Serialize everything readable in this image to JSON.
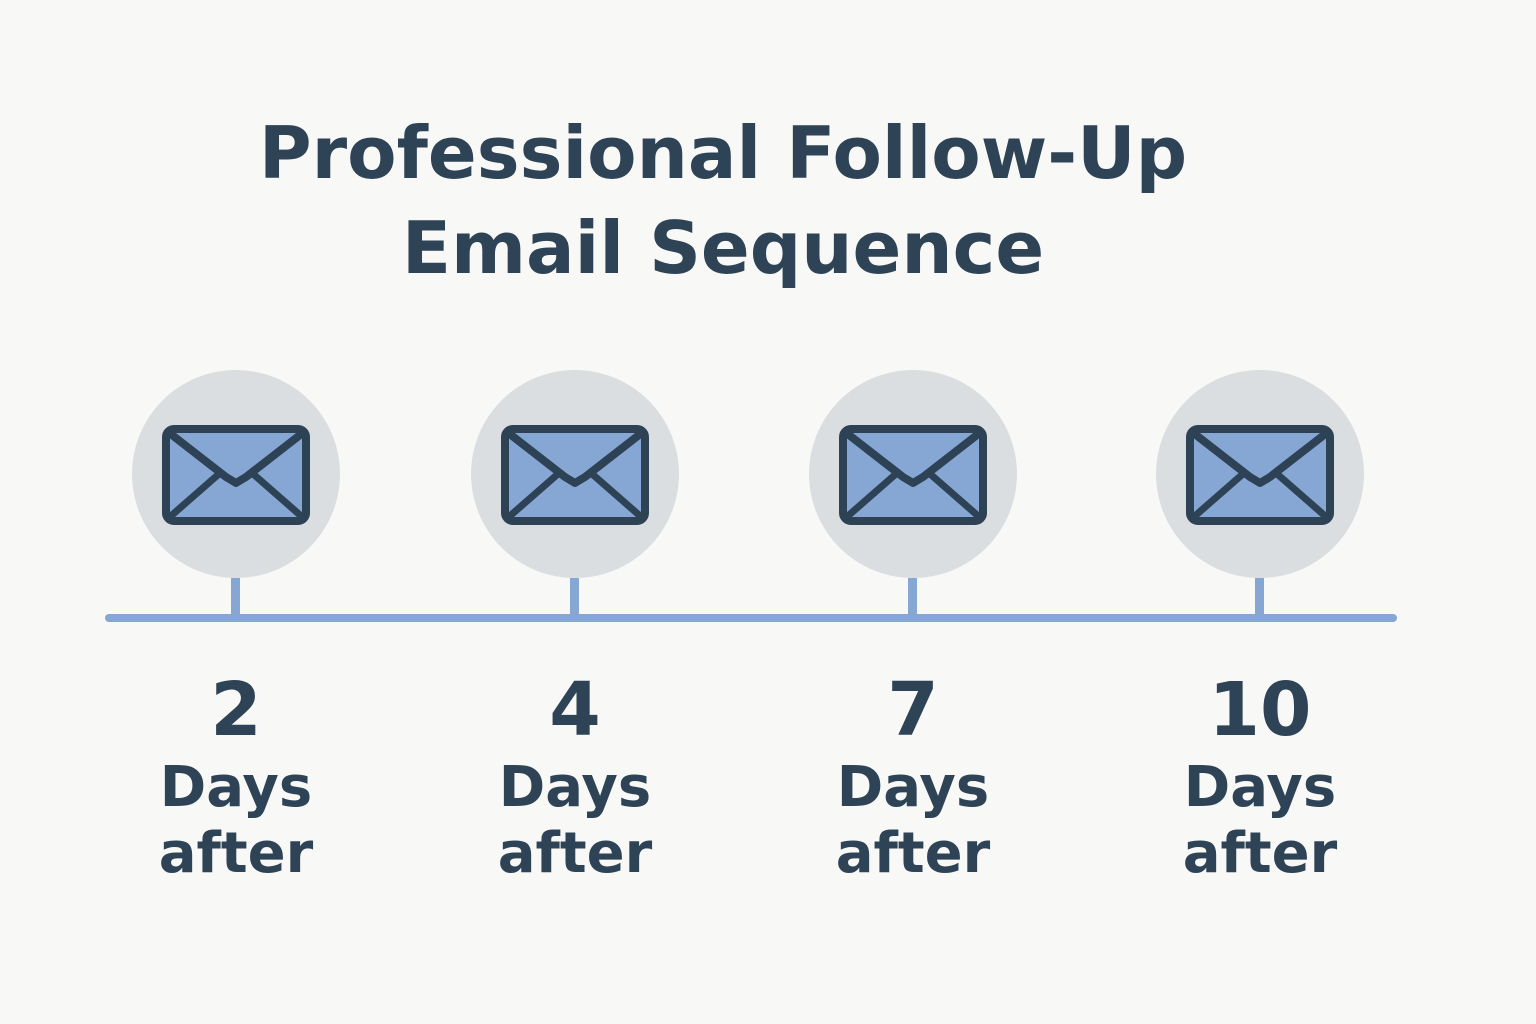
{
  "title": {
    "line1": "Professional Follow-Up",
    "line2": "Email Sequence"
  },
  "colors": {
    "text": "#2f4356",
    "accent": "#86a6d4",
    "icon_stroke": "#2e4256",
    "node_bg": "#dbdee1",
    "background": "#f8f8f6"
  },
  "steps": [
    {
      "icon": "envelope-icon",
      "number": "2",
      "line1": "Days",
      "line2": "after"
    },
    {
      "icon": "envelope-icon",
      "number": "4",
      "line1": "Days",
      "line2": "after"
    },
    {
      "icon": "envelope-icon",
      "number": "7",
      "line1": "Days",
      "line2": "after"
    },
    {
      "icon": "envelope-icon",
      "number": "10",
      "line1": "Days",
      "line2": "after"
    }
  ]
}
